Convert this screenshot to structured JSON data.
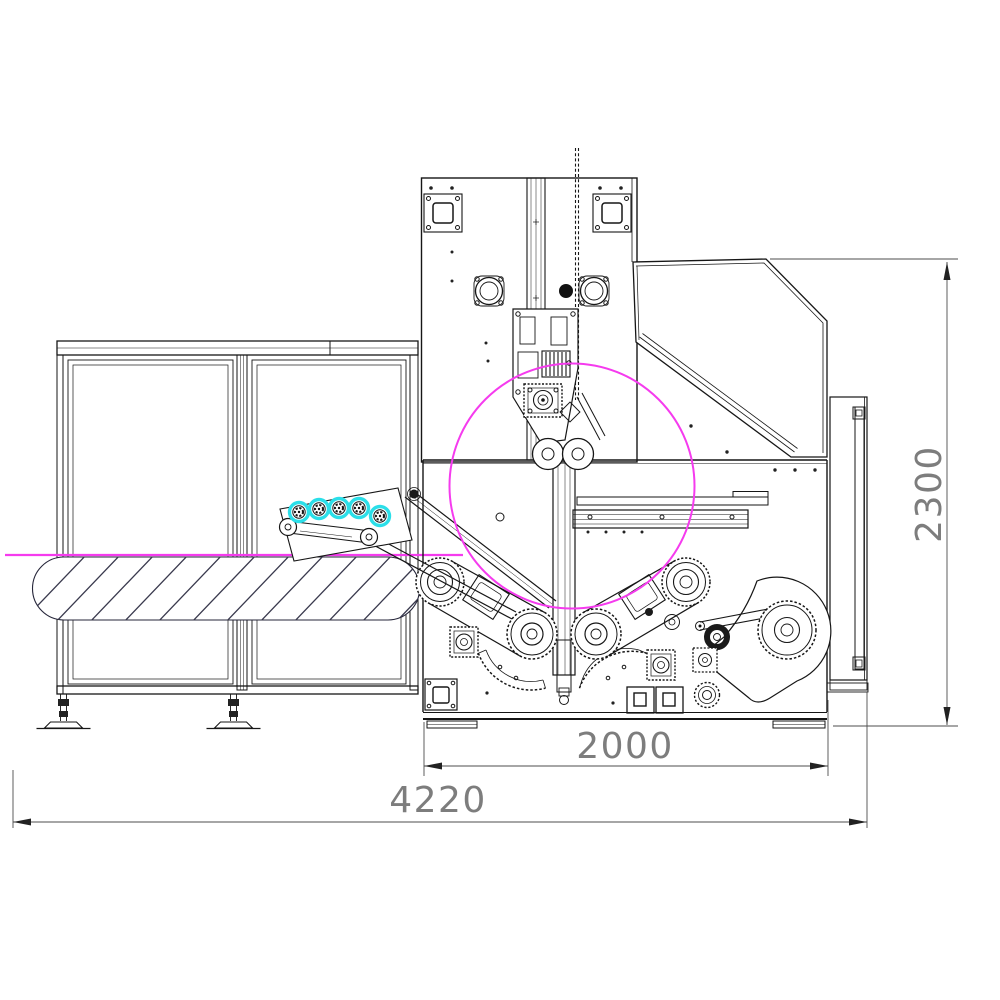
{
  "drawing": {
    "view": "machine-side-elevation",
    "dimensions": {
      "body_width": {
        "label": "2000"
      },
      "overall_width": {
        "label": "4220"
      },
      "overall_height": {
        "label": "2300"
      }
    },
    "colors": {
      "line": "#161616",
      "dimension_line": "#4d4d4d",
      "dimension_text": "#7d7d7d",
      "magenta_highlight": "#f53bee",
      "cyan_highlight": "#2bdfe9",
      "hatch": "#39394d"
    }
  }
}
